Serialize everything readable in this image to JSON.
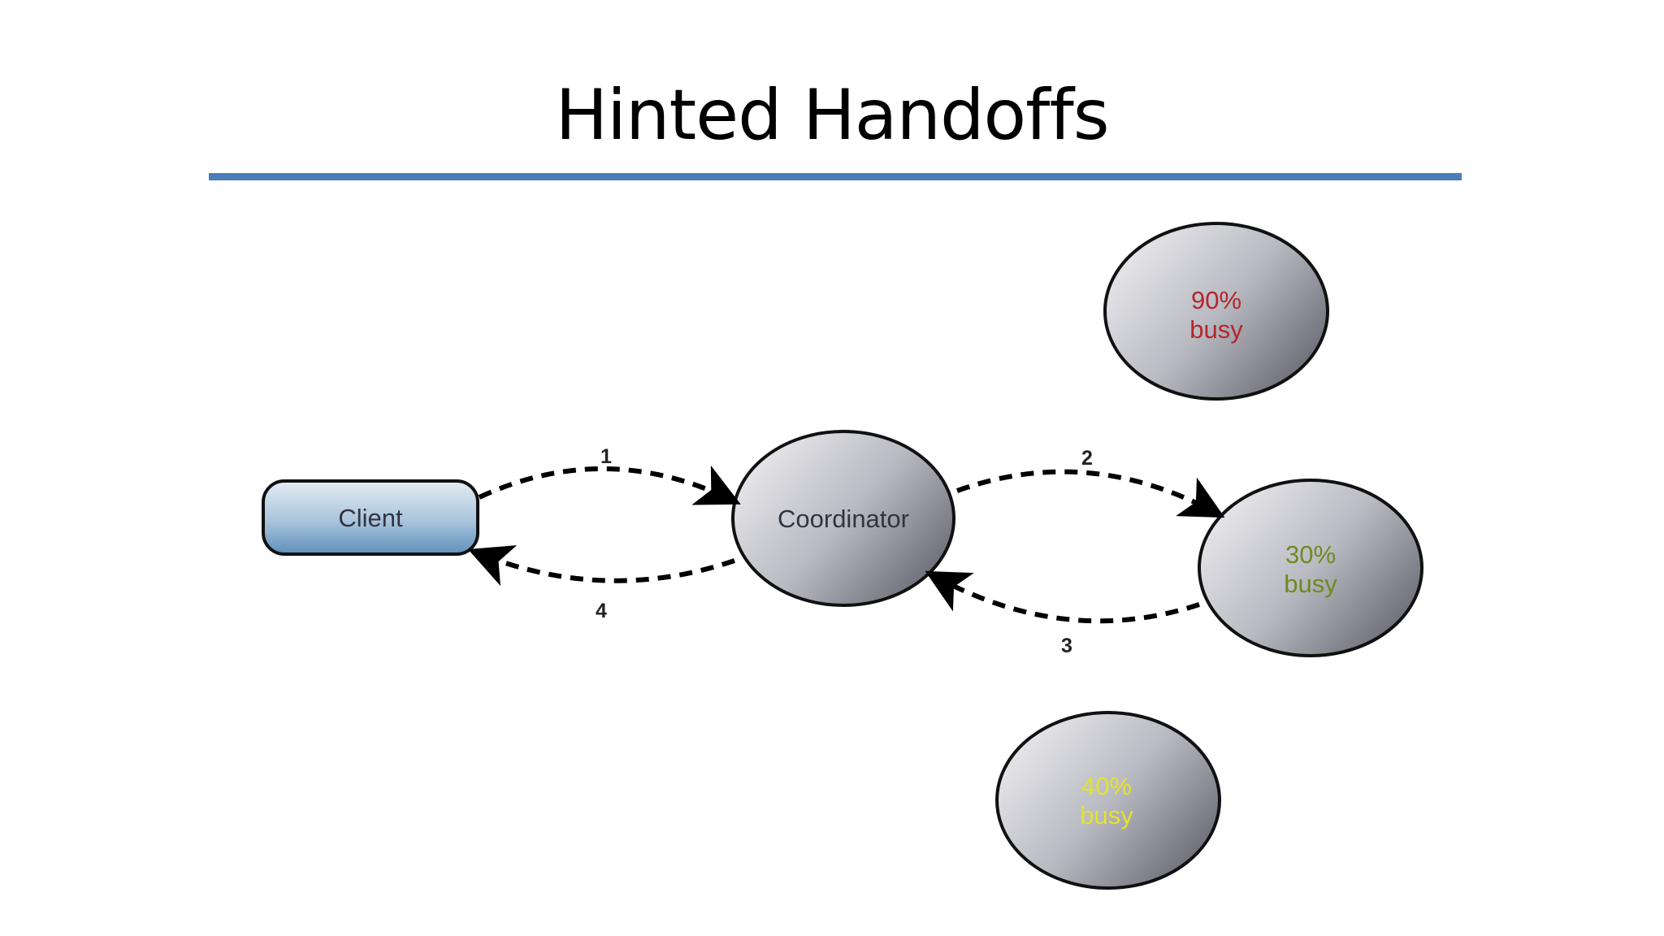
{
  "slide": {
    "title": "Hinted Handoffs"
  },
  "diagram": {
    "client_label": "Client",
    "coordinator_label": "Coordinator",
    "nodes": [
      {
        "percent": "90%",
        "status": "busy",
        "color": "#b5262c"
      },
      {
        "percent": "30%",
        "status": "busy",
        "color": "#6e8b1f"
      },
      {
        "percent": "40%",
        "status": "busy",
        "color": "#e3e32c"
      }
    ],
    "steps": [
      "1",
      "2",
      "3",
      "4"
    ],
    "colors": {
      "rule": "#4a7ebb",
      "client_fill_top": "#dde7f1",
      "client_fill_bottom": "#6f9dc4",
      "node_fill_light": "#e8e8ec",
      "node_fill_dark": "#6a6a74",
      "label_text": "#2f3540"
    }
  }
}
